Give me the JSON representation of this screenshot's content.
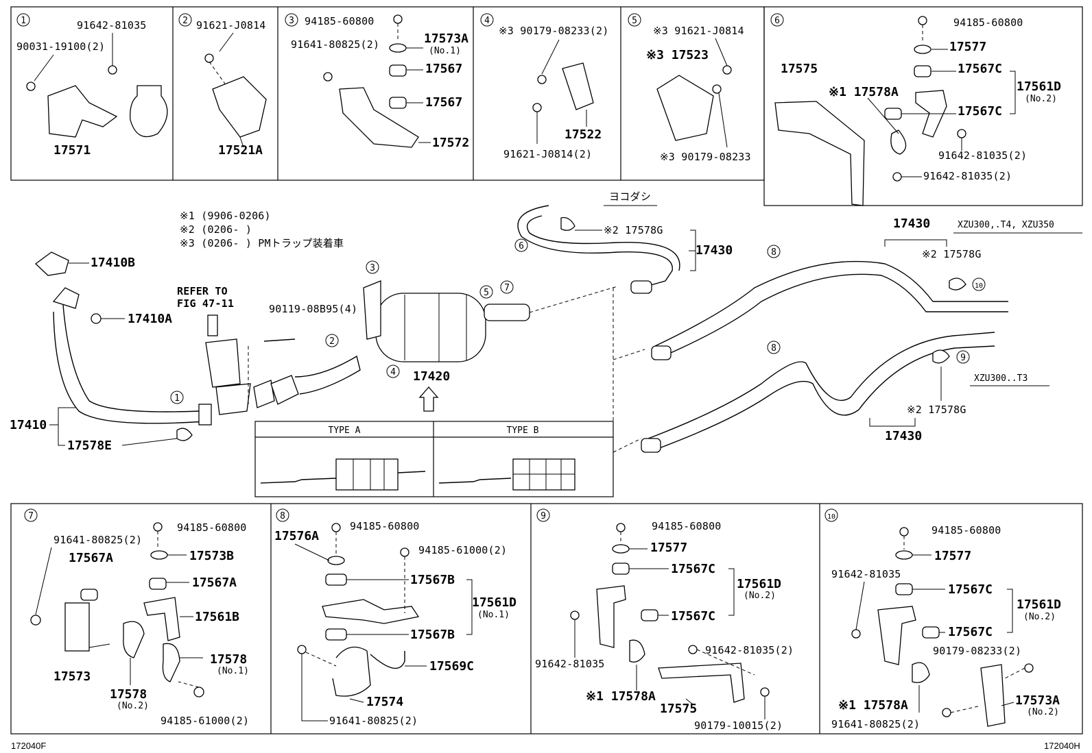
{
  "header_boxes": [
    {
      "num": "1",
      "parts": [
        "91642-81035",
        "90031-19100(2)",
        "17571"
      ]
    },
    {
      "num": "2",
      "parts": [
        "91621-J0814",
        "17521A"
      ]
    },
    {
      "num": "3",
      "parts": [
        "94185-60800",
        "91641-80825(2)",
        "17573A",
        "(No.1)",
        "17567",
        "17567",
        "17572"
      ]
    },
    {
      "num": "4",
      "parts": [
        "※3 90179-08233(2)",
        "17522",
        "91621-J0814(2)"
      ]
    },
    {
      "num": "5",
      "parts": [
        "※3 91621-J0814",
        "※3 17523",
        "※3  90179-08233"
      ]
    },
    {
      "num": "6",
      "parts": [
        "94185-60800",
        "17577",
        "17575",
        "17567C",
        "※1 17578A",
        "17561D",
        "(No.2)",
        "17567C",
        "91642-81035(2)",
        "91642-81035(2)"
      ]
    }
  ],
  "notes": {
    "n1": "※1 (9906-0206)",
    "n2": "※2 (0206-      )",
    "n3": "※3 (0206-      ) PMトラップ装着車"
  },
  "main": {
    "yokodashi": "ヨコダシ",
    "refer1": "REFER TO",
    "refer2": "FIG 47-11",
    "p17410B": "17410B",
    "p17410A": "17410A",
    "p17410": "17410",
    "p17578E": "17578E",
    "p90119": "90119-08B95(4)",
    "p17420": "17420",
    "p17430a": "17430",
    "p17430b": "17430",
    "p17430c": "17430",
    "p17578Ga": "※2 17578G",
    "p17578Gb": "※2 17578G",
    "p17578Gc": "※2 17578G",
    "xzu1": "XZU300,.T4, XZU350",
    "xzu2": "XZU300..T3",
    "typeA": "TYPE A",
    "typeB": "TYPE B",
    "circ": [
      "1",
      "2",
      "3",
      "4",
      "5",
      "6",
      "7",
      "8",
      "8",
      "9",
      "10"
    ]
  },
  "footer_boxes": [
    {
      "num": "7",
      "parts": [
        "94185-60800",
        "91641-80825(2)",
        "17567A",
        "17573B",
        "17567A",
        "17561B",
        "17573",
        "17578",
        "(No.1)",
        "17578",
        "(No.2)",
        "94185-61000(2)"
      ]
    },
    {
      "num": "8",
      "parts": [
        "17576A",
        "94185-60800",
        "94185-61000(2)",
        "17567B",
        "17561D",
        "(No.1)",
        "17567B",
        "17569C",
        "17574",
        "91641-80825(2)"
      ]
    },
    {
      "num": "9",
      "parts": [
        "94185-60800",
        "17577",
        "17567C",
        "17561D",
        "(No.2)",
        "17567C",
        "91642-81035",
        "91642-81035(2)",
        "※1 17578A",
        "17575",
        "90179-10015(2)"
      ]
    },
    {
      "num": "10",
      "parts": [
        "94185-60800",
        "17577",
        "91642-81035",
        "17567C",
        "17561D",
        "(No.2)",
        "17567C",
        "90179-08233(2)",
        "※1 17578A",
        "17573A",
        "(No.2)",
        "91641-80825(2)"
      ]
    }
  ],
  "codes": {
    "left": "172040F",
    "right": "172040H"
  }
}
